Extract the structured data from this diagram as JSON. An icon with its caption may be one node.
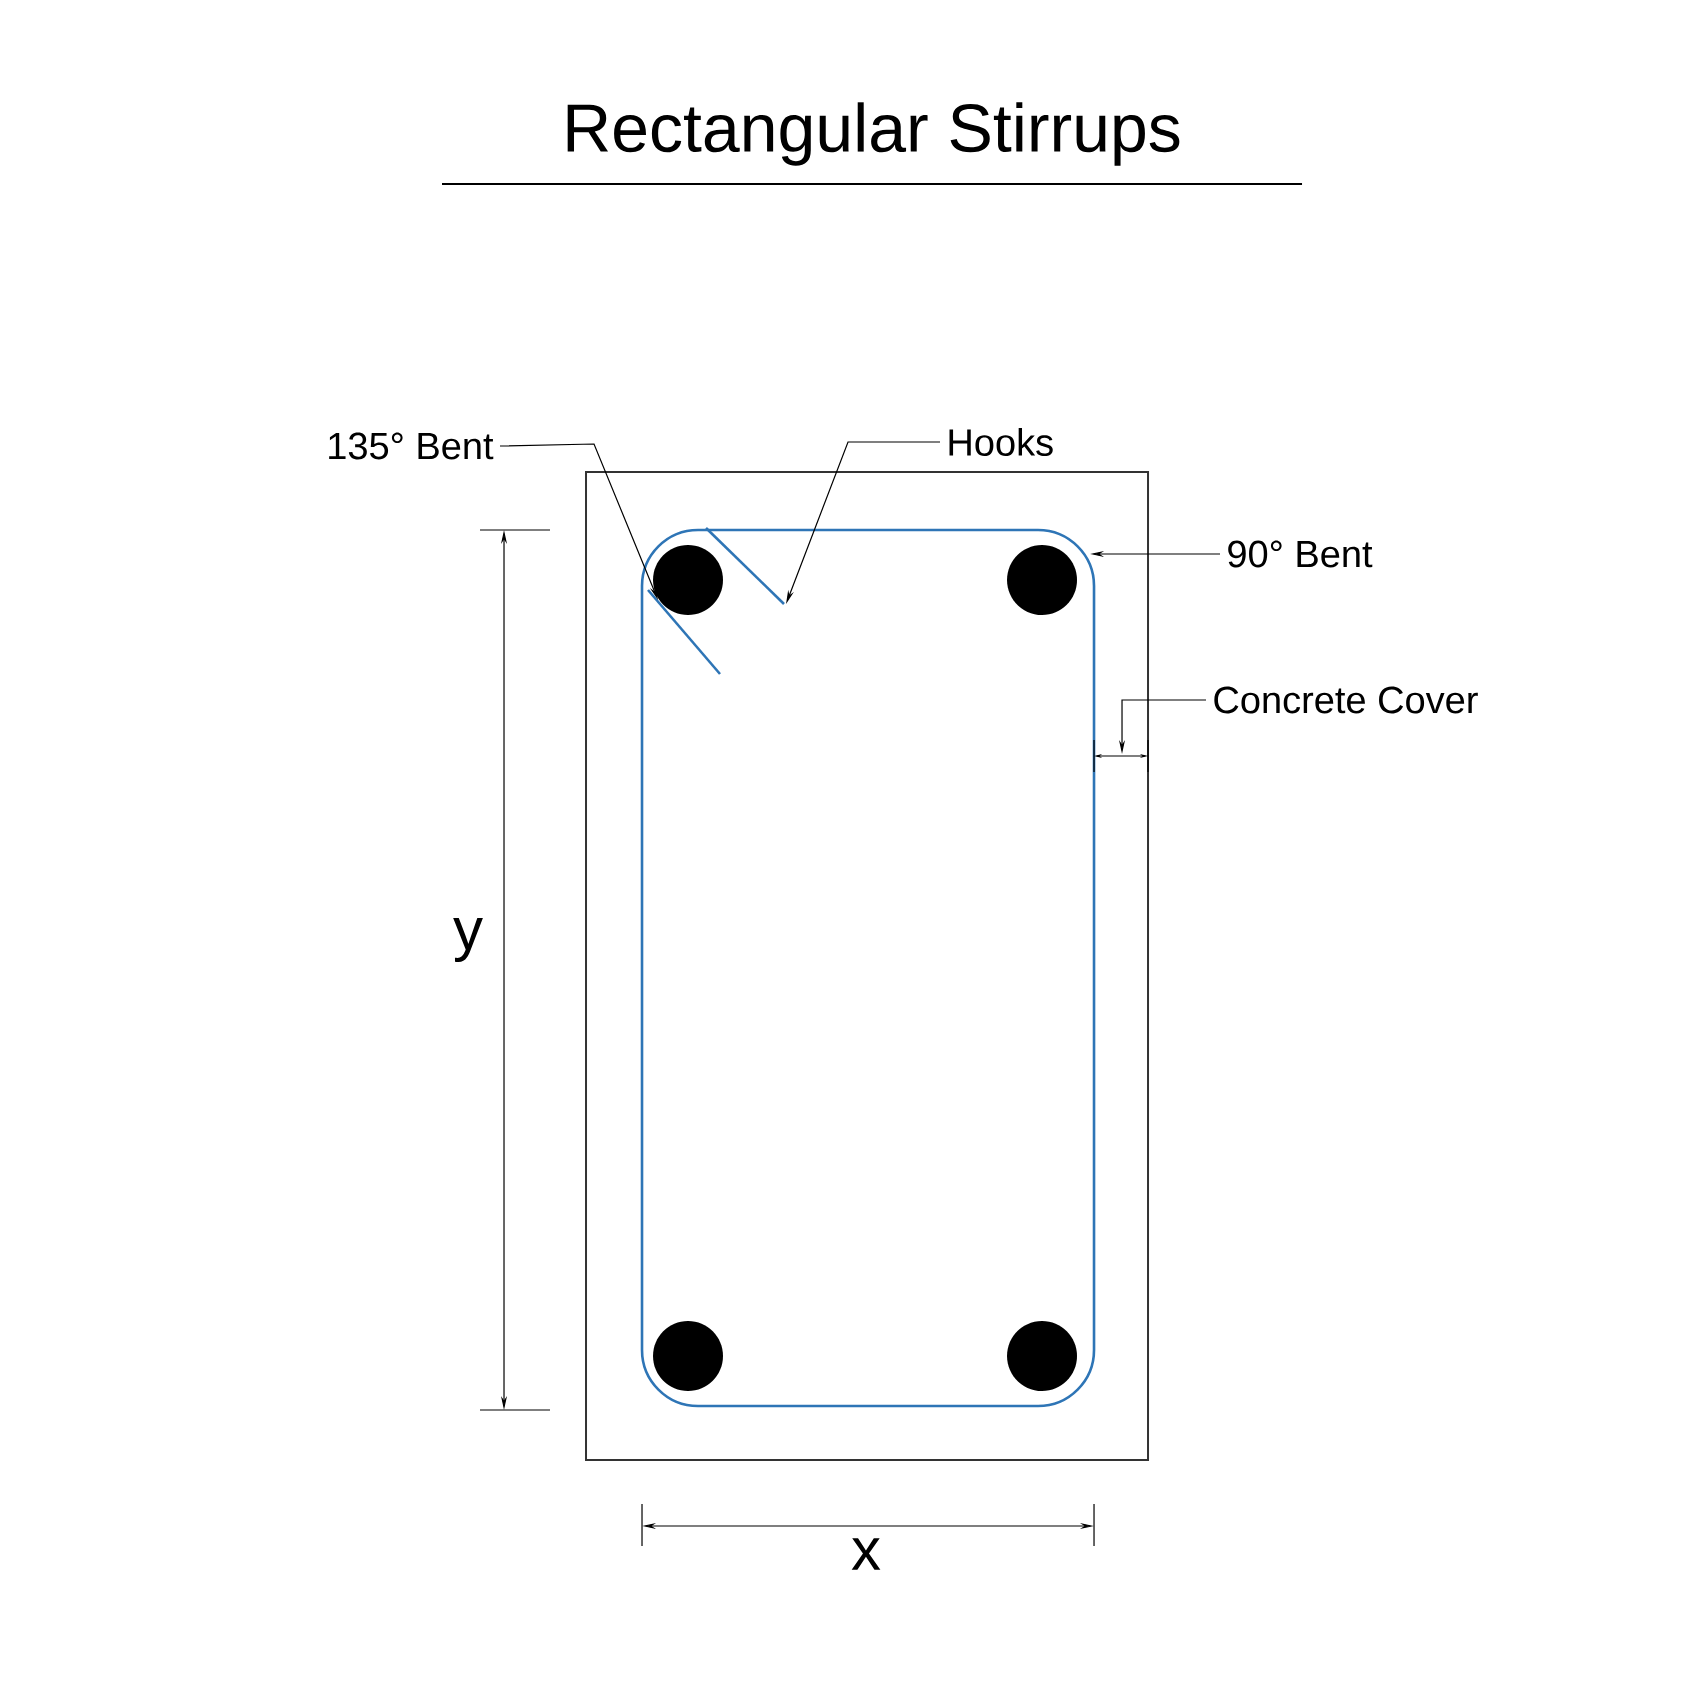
{
  "diagram": {
    "title": "Rectangular Stirrups",
    "nodes": [
      {
        "text": [
          "135° Bent"
        ]
      },
      {
        "text": [
          "Hooks"
        ]
      },
      {
        "text": [
          "90° Bent"
        ]
      },
      {
        "text": [
          "Concrete Cover"
        ]
      }
    ],
    "edges": [
      {
        "from": 0,
        "to": null,
        "arrow": "to"
      },
      {
        "from": 1,
        "to": null,
        "arrow": "to"
      },
      {
        "from": 2,
        "to": null,
        "arrow": "to"
      },
      {
        "from": 3,
        "to": null,
        "arrow": "to"
      }
    ],
    "labels": [
      "y",
      "x"
    ]
  }
}
